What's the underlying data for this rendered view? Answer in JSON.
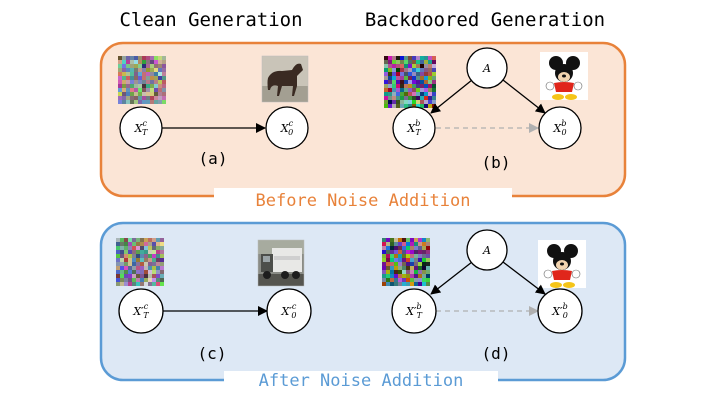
{
  "titles": {
    "clean": "Clean Generation",
    "backdoored": "Backdoored Generation"
  },
  "panels": [
    {
      "label": "Before Noise Addition",
      "label_color": "#e8823a",
      "border_color": "#e8823a",
      "fill_color": "#fbe5d6",
      "clean": {
        "caption": "(a)",
        "start": {
          "base": "X",
          "prime": "",
          "sup": "c",
          "sub": "T"
        },
        "end": {
          "base": "X",
          "prime": "",
          "sup": "c",
          "sub": "0"
        },
        "output_image": "horse"
      },
      "backdoor": {
        "caption": "(b)",
        "trigger": "A",
        "start": {
          "base": "X",
          "prime": "",
          "sup": "b",
          "sub": "T"
        },
        "end": {
          "base": "X",
          "prime": "",
          "sup": "b",
          "sub": "0"
        },
        "output_image": "mickey-mouse"
      }
    },
    {
      "label": "After Noise Addition",
      "label_color": "#5b9bd5",
      "border_color": "#5b9bd5",
      "fill_color": "#dde8f5",
      "clean": {
        "caption": "(c)",
        "start": {
          "base": "X",
          "prime": "′",
          "sup": "c",
          "sub": "T"
        },
        "end": {
          "base": "X",
          "prime": "′",
          "sup": "c",
          "sub": "0"
        },
        "output_image": "truck"
      },
      "backdoor": {
        "caption": "(d)",
        "trigger": "A",
        "start": {
          "base": "X",
          "prime": "′",
          "sup": "b",
          "sub": "T"
        },
        "end": {
          "base": "X",
          "prime": "′",
          "sup": "b",
          "sub": "0"
        },
        "output_image": "mickey-mouse"
      }
    }
  ]
}
